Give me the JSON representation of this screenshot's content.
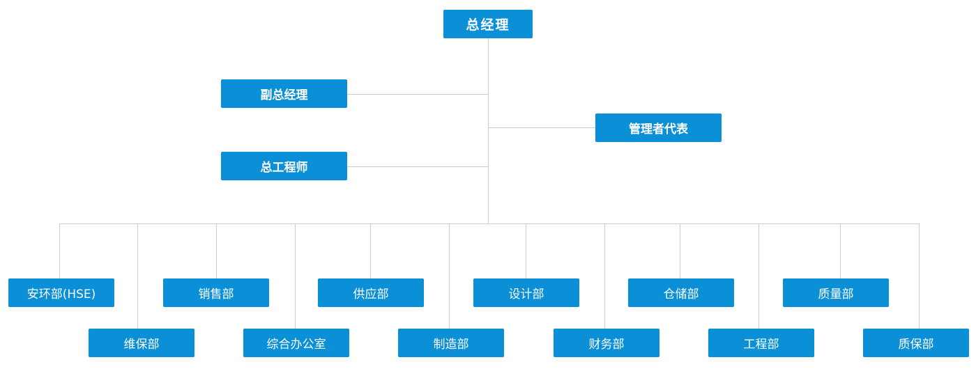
{
  "colors": {
    "box": "#0b8fd6",
    "line": "#cccccc"
  },
  "org": {
    "top": "总经理",
    "deputy": "副总经理",
    "chief_engineer": "总工程师",
    "mgmt_rep": "管理者代表",
    "departments_upper": [
      "安环部(HSE)",
      "销售部",
      "供应部",
      "设计部",
      "仓储部",
      "质量部"
    ],
    "departments_lower": [
      "维保部",
      "综合办公室",
      "制造部",
      "财务部",
      "工程部",
      "质保部"
    ]
  }
}
